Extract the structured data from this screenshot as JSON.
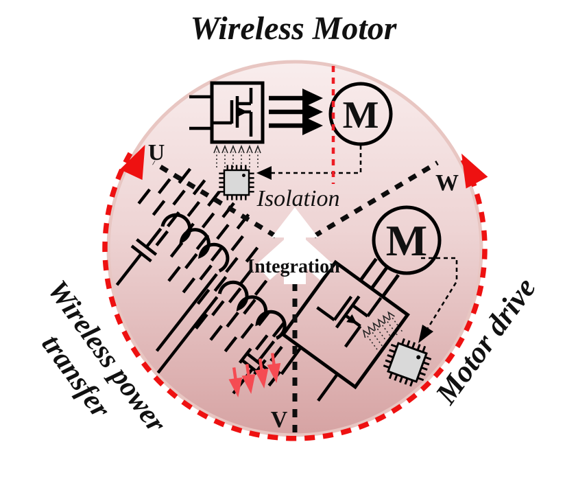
{
  "title": "Wireless Motor",
  "labels": {
    "isolation": "Isolation",
    "integration": "Integration",
    "phase_u": "U",
    "phase_w": "W",
    "phase_v": "V",
    "sector_left_line1": "Wireless power",
    "sector_left_line2": "transfer",
    "sector_right": "Motor drive",
    "motor_top": "M",
    "motor_right": "M"
  },
  "colors": {
    "circle_fill_top": "#f9eded",
    "circle_fill_mid": "#eed4d4",
    "circle_fill_bottom": "#d6a3a3",
    "circle_edge": "#e8c6c2",
    "arc_red": "#ee1111",
    "accent_red": "#ed1c24",
    "motor_red": "#ee0000",
    "field_red": "#f54b52",
    "phase_u": "#b8860b",
    "phase_w": "#ffe400",
    "phase_v": "#1668c4",
    "chip_fill": "#d9d9d9",
    "ink": "#0d0d0d"
  }
}
